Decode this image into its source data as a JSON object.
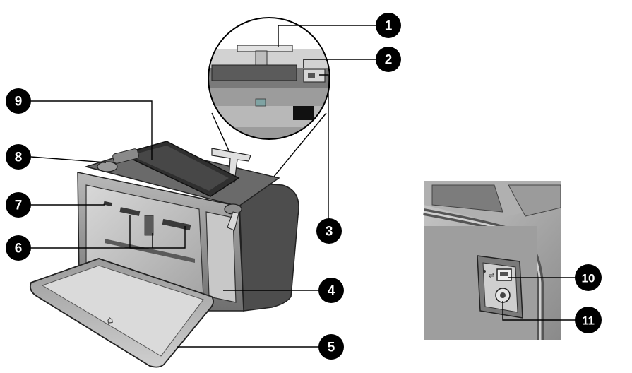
{
  "diagram": {
    "colors": {
      "body_dark": "#4a4a4a",
      "body_mid": "#8c8c8c",
      "body_light": "#c4c4c4",
      "screen": "#2e2e2e",
      "callout": "#000000",
      "callout_text": "#ffffff"
    },
    "callouts": {
      "c1": "1",
      "c2": "2",
      "c3": "3",
      "c4": "4",
      "c5": "5",
      "c6": "6",
      "c7": "7",
      "c8": "8",
      "c9": "9",
      "c10": "10",
      "c11": "11"
    }
  }
}
